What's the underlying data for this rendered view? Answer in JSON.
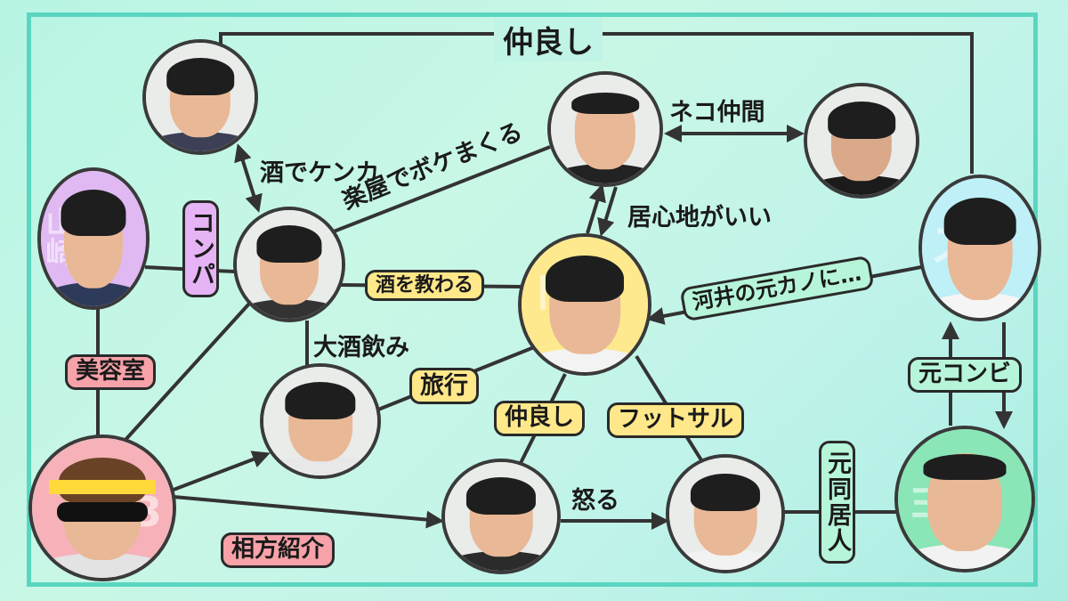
{
  "relations": {
    "nakayoshi_top": "仲良し",
    "neko_nakama": "ネコ仲間",
    "sake_de_kenka": "酒でケンカ",
    "gakuya_boke": "楽屋でボケまくる",
    "igokochi": "居心地がいい",
    "konpa": "コンパ",
    "sake_osowaru": "酒を教わる",
    "kawai_motokano": "河井の元カノに…",
    "oozake": "大酒飲み",
    "biyoushitsu": "美容室",
    "ryokou": "旅行",
    "moto_konbi": "元コンビ",
    "nakayoshi_mid": "仲良し",
    "futsal": "フットサル",
    "okoru": "怒る",
    "moto_doukyonin": "元同居人",
    "aikata_shoukai": "相方紹介"
  },
  "background_tags": {
    "center": "ド",
    "left_purple": "山崎",
    "right_blue": "ズ",
    "bottom_right": "ヨ",
    "bottom_left": "3"
  },
  "colors": {
    "frame": "#5ad6c0",
    "label_yellow": "#ffe88a",
    "label_pink": "#f6a2a8",
    "label_green": "#b6f5d9",
    "label_purple": "#e6b3f5",
    "center_bg": "#ffe98f",
    "purple_bg": "#e0b8f2",
    "blue_bg": "#bfeff7",
    "green_bg": "#8ae6b6",
    "pink_bg": "#f6b2b8",
    "grey_bg": "#e9ece9"
  }
}
